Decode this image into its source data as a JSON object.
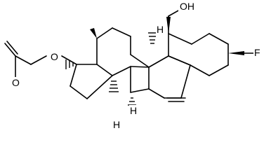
{
  "molecule": {
    "labels": {
      "hydroxyl": "OH",
      "fluorine": "F",
      "ester_oxygen": "O",
      "carbonyl_oxygen": "O",
      "h_c9": "H",
      "h_c8": "H",
      "h_c14": "H"
    },
    "colors": {
      "bond": "#000000",
      "background": "#ffffff"
    }
  }
}
